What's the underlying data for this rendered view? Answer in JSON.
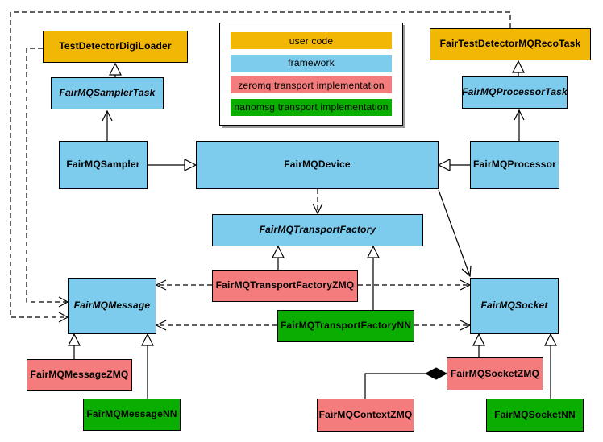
{
  "legend": {
    "items": [
      {
        "label": "user code",
        "color": "#F2B705",
        "category": "user-code"
      },
      {
        "label": "framework",
        "color": "#7DCCEE",
        "category": "framework"
      },
      {
        "label": "zeromq transport implementation",
        "color": "#F47C7C",
        "category": "zeromq"
      },
      {
        "label": "nanomsg transport implementation",
        "color": "#09AE00",
        "category": "nanomsg"
      }
    ]
  },
  "nodes": {
    "loader": {
      "label": "TestDetectorDigiLoader",
      "category": "user-code",
      "abstract": false
    },
    "recoTask": {
      "label": "FairTestDetectorMQRecoTask",
      "category": "user-code",
      "abstract": false
    },
    "samplerTask": {
      "label": "FairMQSamplerTask",
      "category": "framework",
      "abstract": true
    },
    "processorTask": {
      "label": "FairMQProcessorTask",
      "category": "framework",
      "abstract": true
    },
    "sampler": {
      "label": "FairMQSampler",
      "category": "framework",
      "abstract": false
    },
    "device": {
      "label": "FairMQDevice",
      "category": "framework",
      "abstract": false
    },
    "processor": {
      "label": "FairMQProcessor",
      "category": "framework",
      "abstract": false
    },
    "factory": {
      "label": "FairMQTransportFactory",
      "category": "framework",
      "abstract": true
    },
    "factoryZMQ": {
      "label": "FairMQTransportFactoryZMQ",
      "category": "zeromq",
      "abstract": false
    },
    "factoryNN": {
      "label": "FairMQTransportFactoryNN",
      "category": "nanomsg",
      "abstract": false
    },
    "message": {
      "label": "FairMQMessage",
      "category": "framework",
      "abstract": true
    },
    "socket": {
      "label": "FairMQSocket",
      "category": "framework",
      "abstract": true
    },
    "messageZMQ": {
      "label": "FairMQMessageZMQ",
      "category": "zeromq",
      "abstract": false
    },
    "messageNN": {
      "label": "FairMQMessageNN",
      "category": "nanomsg",
      "abstract": false
    },
    "socketZMQ": {
      "label": "FairMQSocketZMQ",
      "category": "zeromq",
      "abstract": false
    },
    "socketNN": {
      "label": "FairMQSocketNN",
      "category": "nanomsg",
      "abstract": false
    },
    "contextZMQ": {
      "label": "FairMQContextZMQ",
      "category": "zeromq",
      "abstract": false
    }
  },
  "edges": [
    {
      "from": "samplerTask",
      "to": "loader",
      "type": "generalization"
    },
    {
      "from": "processorTask",
      "to": "recoTask",
      "type": "generalization"
    },
    {
      "from": "sampler",
      "to": "samplerTask",
      "type": "association-arrow"
    },
    {
      "from": "processor",
      "to": "processorTask",
      "type": "association-arrow"
    },
    {
      "from": "sampler",
      "to": "device",
      "type": "generalization"
    },
    {
      "from": "processor",
      "to": "device",
      "type": "generalization"
    },
    {
      "from": "device",
      "to": "factory",
      "type": "dependency-dashed"
    },
    {
      "from": "device",
      "to": "socket",
      "type": "association-arrow"
    },
    {
      "from": "factoryZMQ",
      "to": "factory",
      "type": "generalization"
    },
    {
      "from": "factoryNN",
      "to": "factory",
      "type": "generalization"
    },
    {
      "from": "factoryZMQ",
      "to": "message",
      "type": "dependency-dashed"
    },
    {
      "from": "factoryZMQ",
      "to": "socket",
      "type": "dependency-dashed"
    },
    {
      "from": "factoryNN",
      "to": "message",
      "type": "dependency-dashed"
    },
    {
      "from": "factoryNN",
      "to": "socket",
      "type": "dependency-dashed"
    },
    {
      "from": "loader",
      "to": "message",
      "type": "dependency-dashed"
    },
    {
      "from": "recoTask",
      "to": "message",
      "type": "dependency-dashed"
    },
    {
      "from": "messageZMQ",
      "to": "message",
      "type": "generalization"
    },
    {
      "from": "messageNN",
      "to": "message",
      "type": "generalization"
    },
    {
      "from": "socketZMQ",
      "to": "socket",
      "type": "generalization"
    },
    {
      "from": "socketNN",
      "to": "socket",
      "type": "generalization"
    },
    {
      "from": "contextZMQ",
      "to": "socketZMQ",
      "type": "composition"
    }
  ]
}
